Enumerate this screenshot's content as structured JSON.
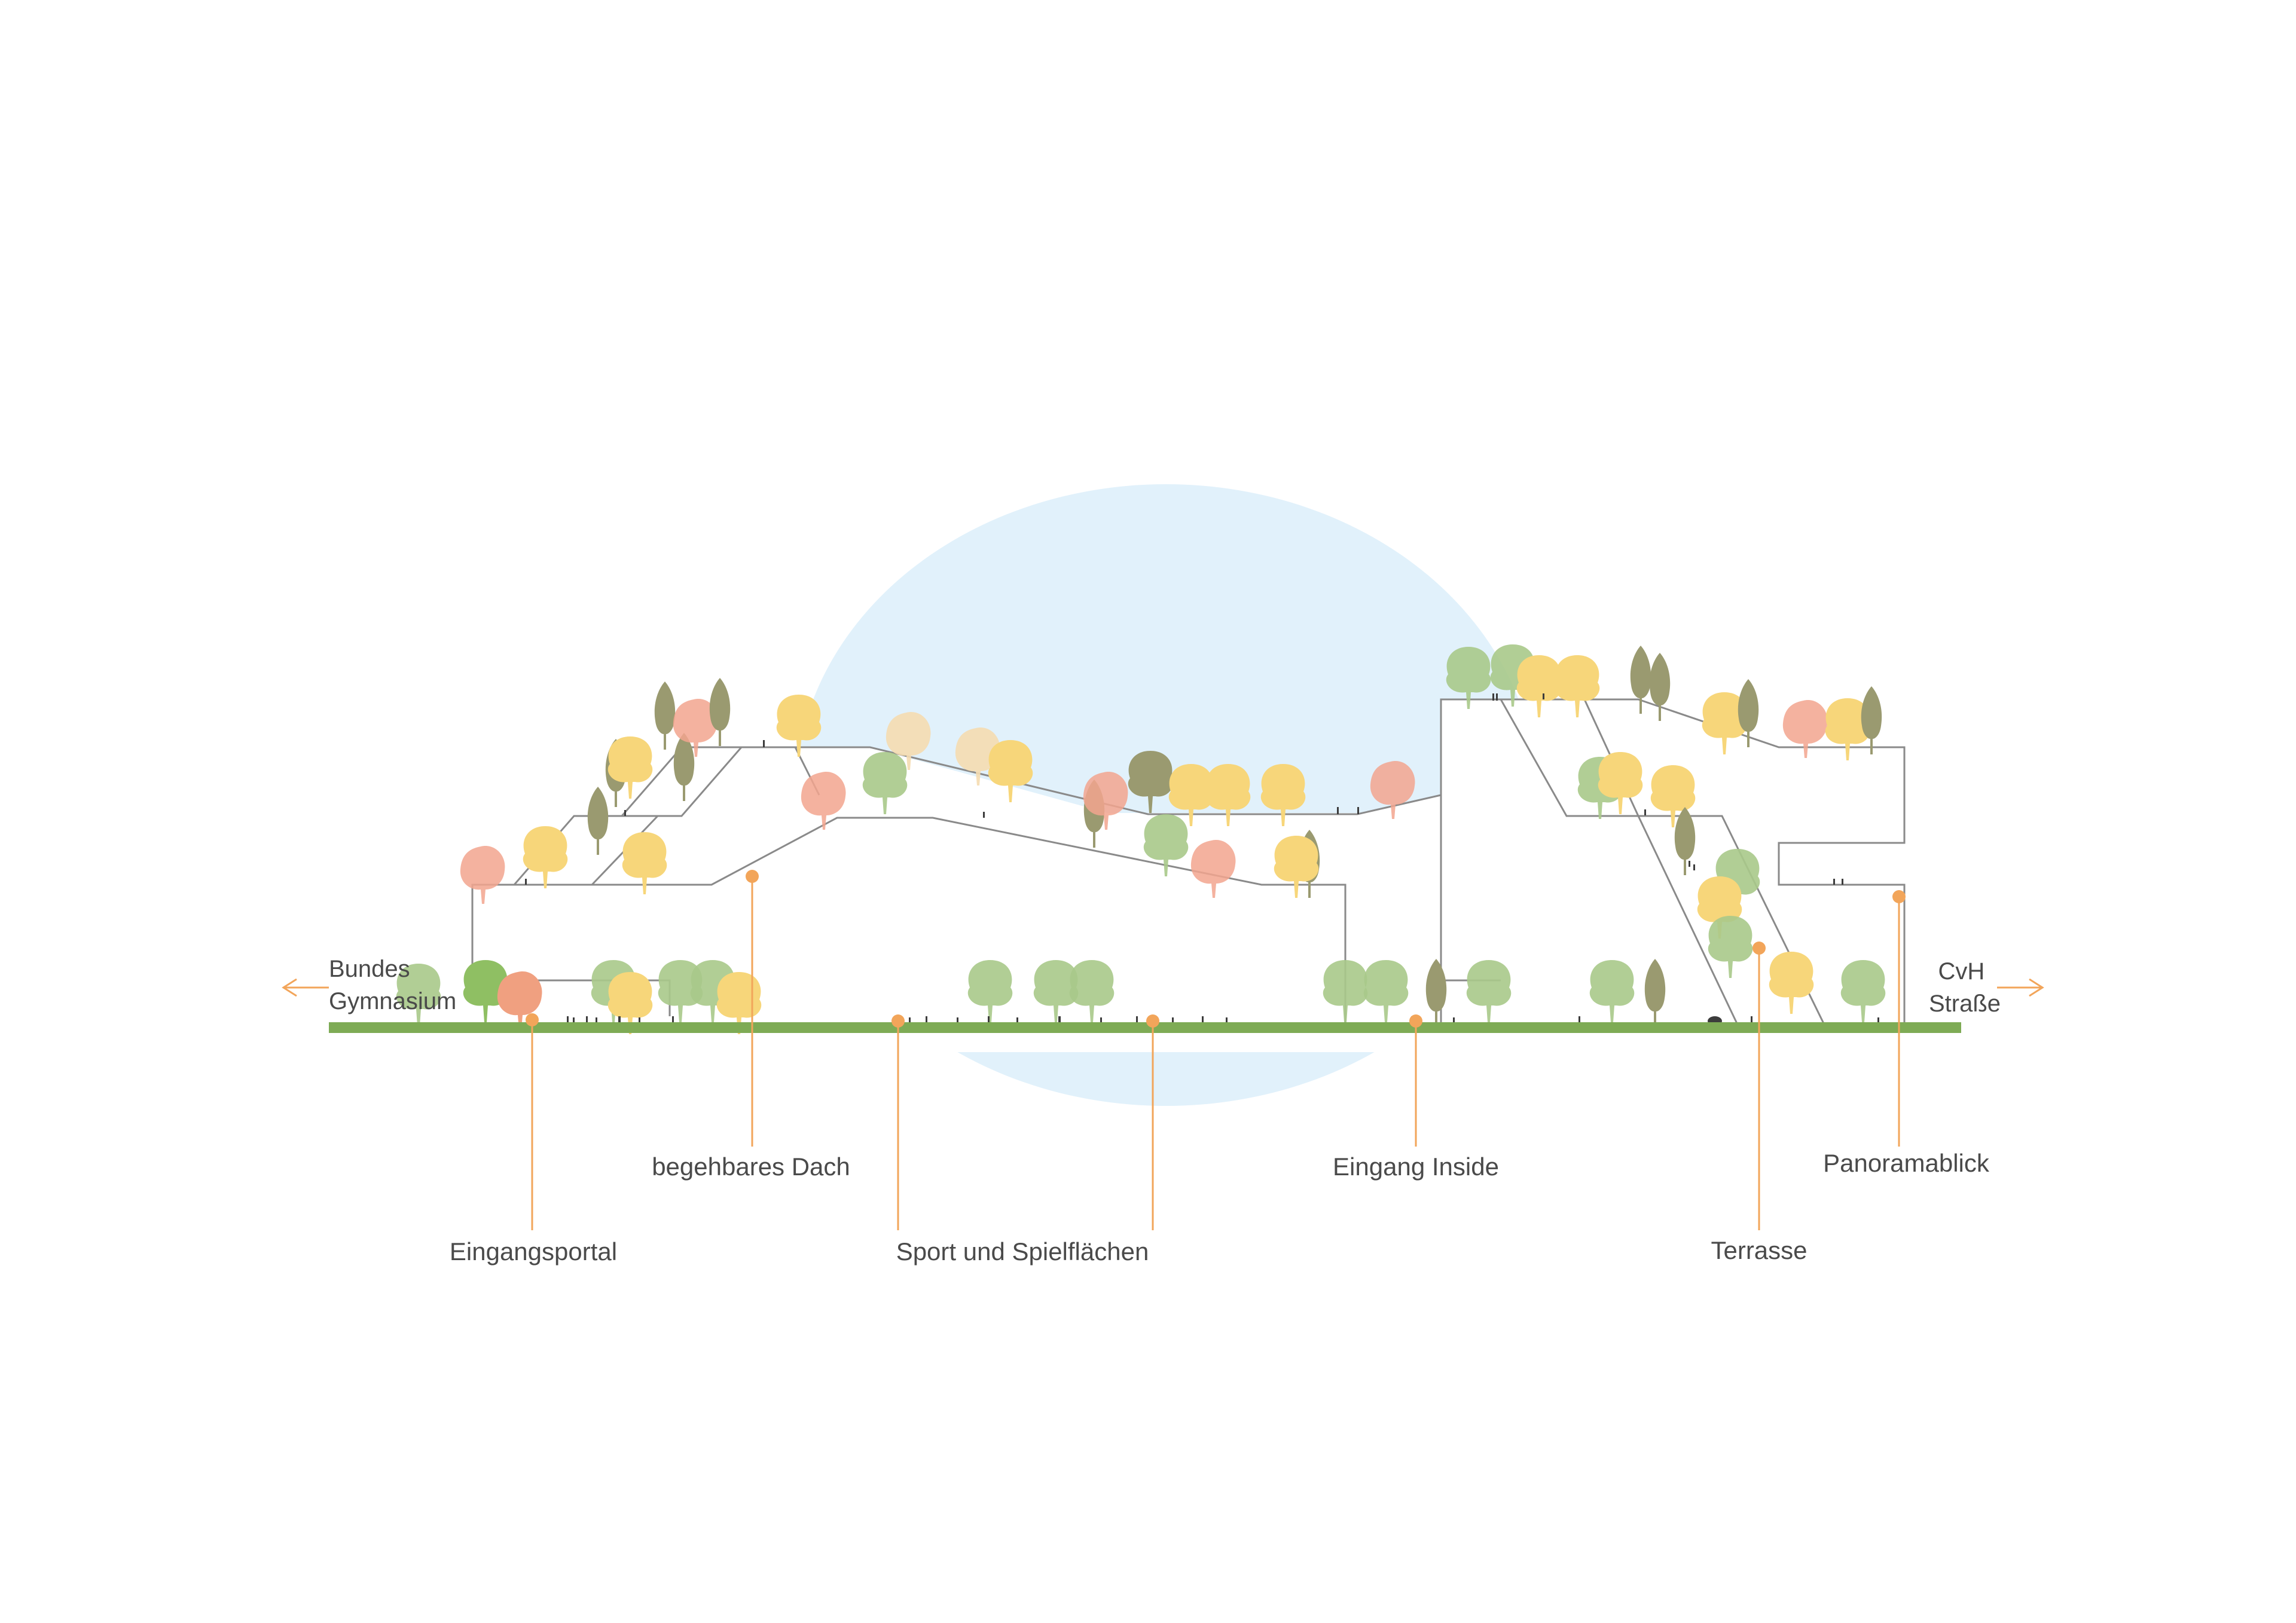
{
  "sides": {
    "left": [
      "Bundes",
      "Gymnasium"
    ],
    "right": [
      "CvH",
      "Straße"
    ]
  },
  "callouts": {
    "eingangsportal": "Eingangsportal",
    "begehbares_dach": "begehbares Dach",
    "sport": "Sport und Spielflächen",
    "eingang_inside": "Eingang Inside",
    "terrasse": "Terrasse",
    "panoramablick": "Panoramablick"
  },
  "colors": {
    "accent_orange": "#f2a55a",
    "ground_green": "#7eab55",
    "sky_blue": "#e1f1fb",
    "outline": "#8a8a8a",
    "tree_light_green": "#a9c98a",
    "tree_olive": "#9a9a70",
    "tree_yellow": "#f7d67a",
    "tree_salmon": "#f2a58e"
  }
}
